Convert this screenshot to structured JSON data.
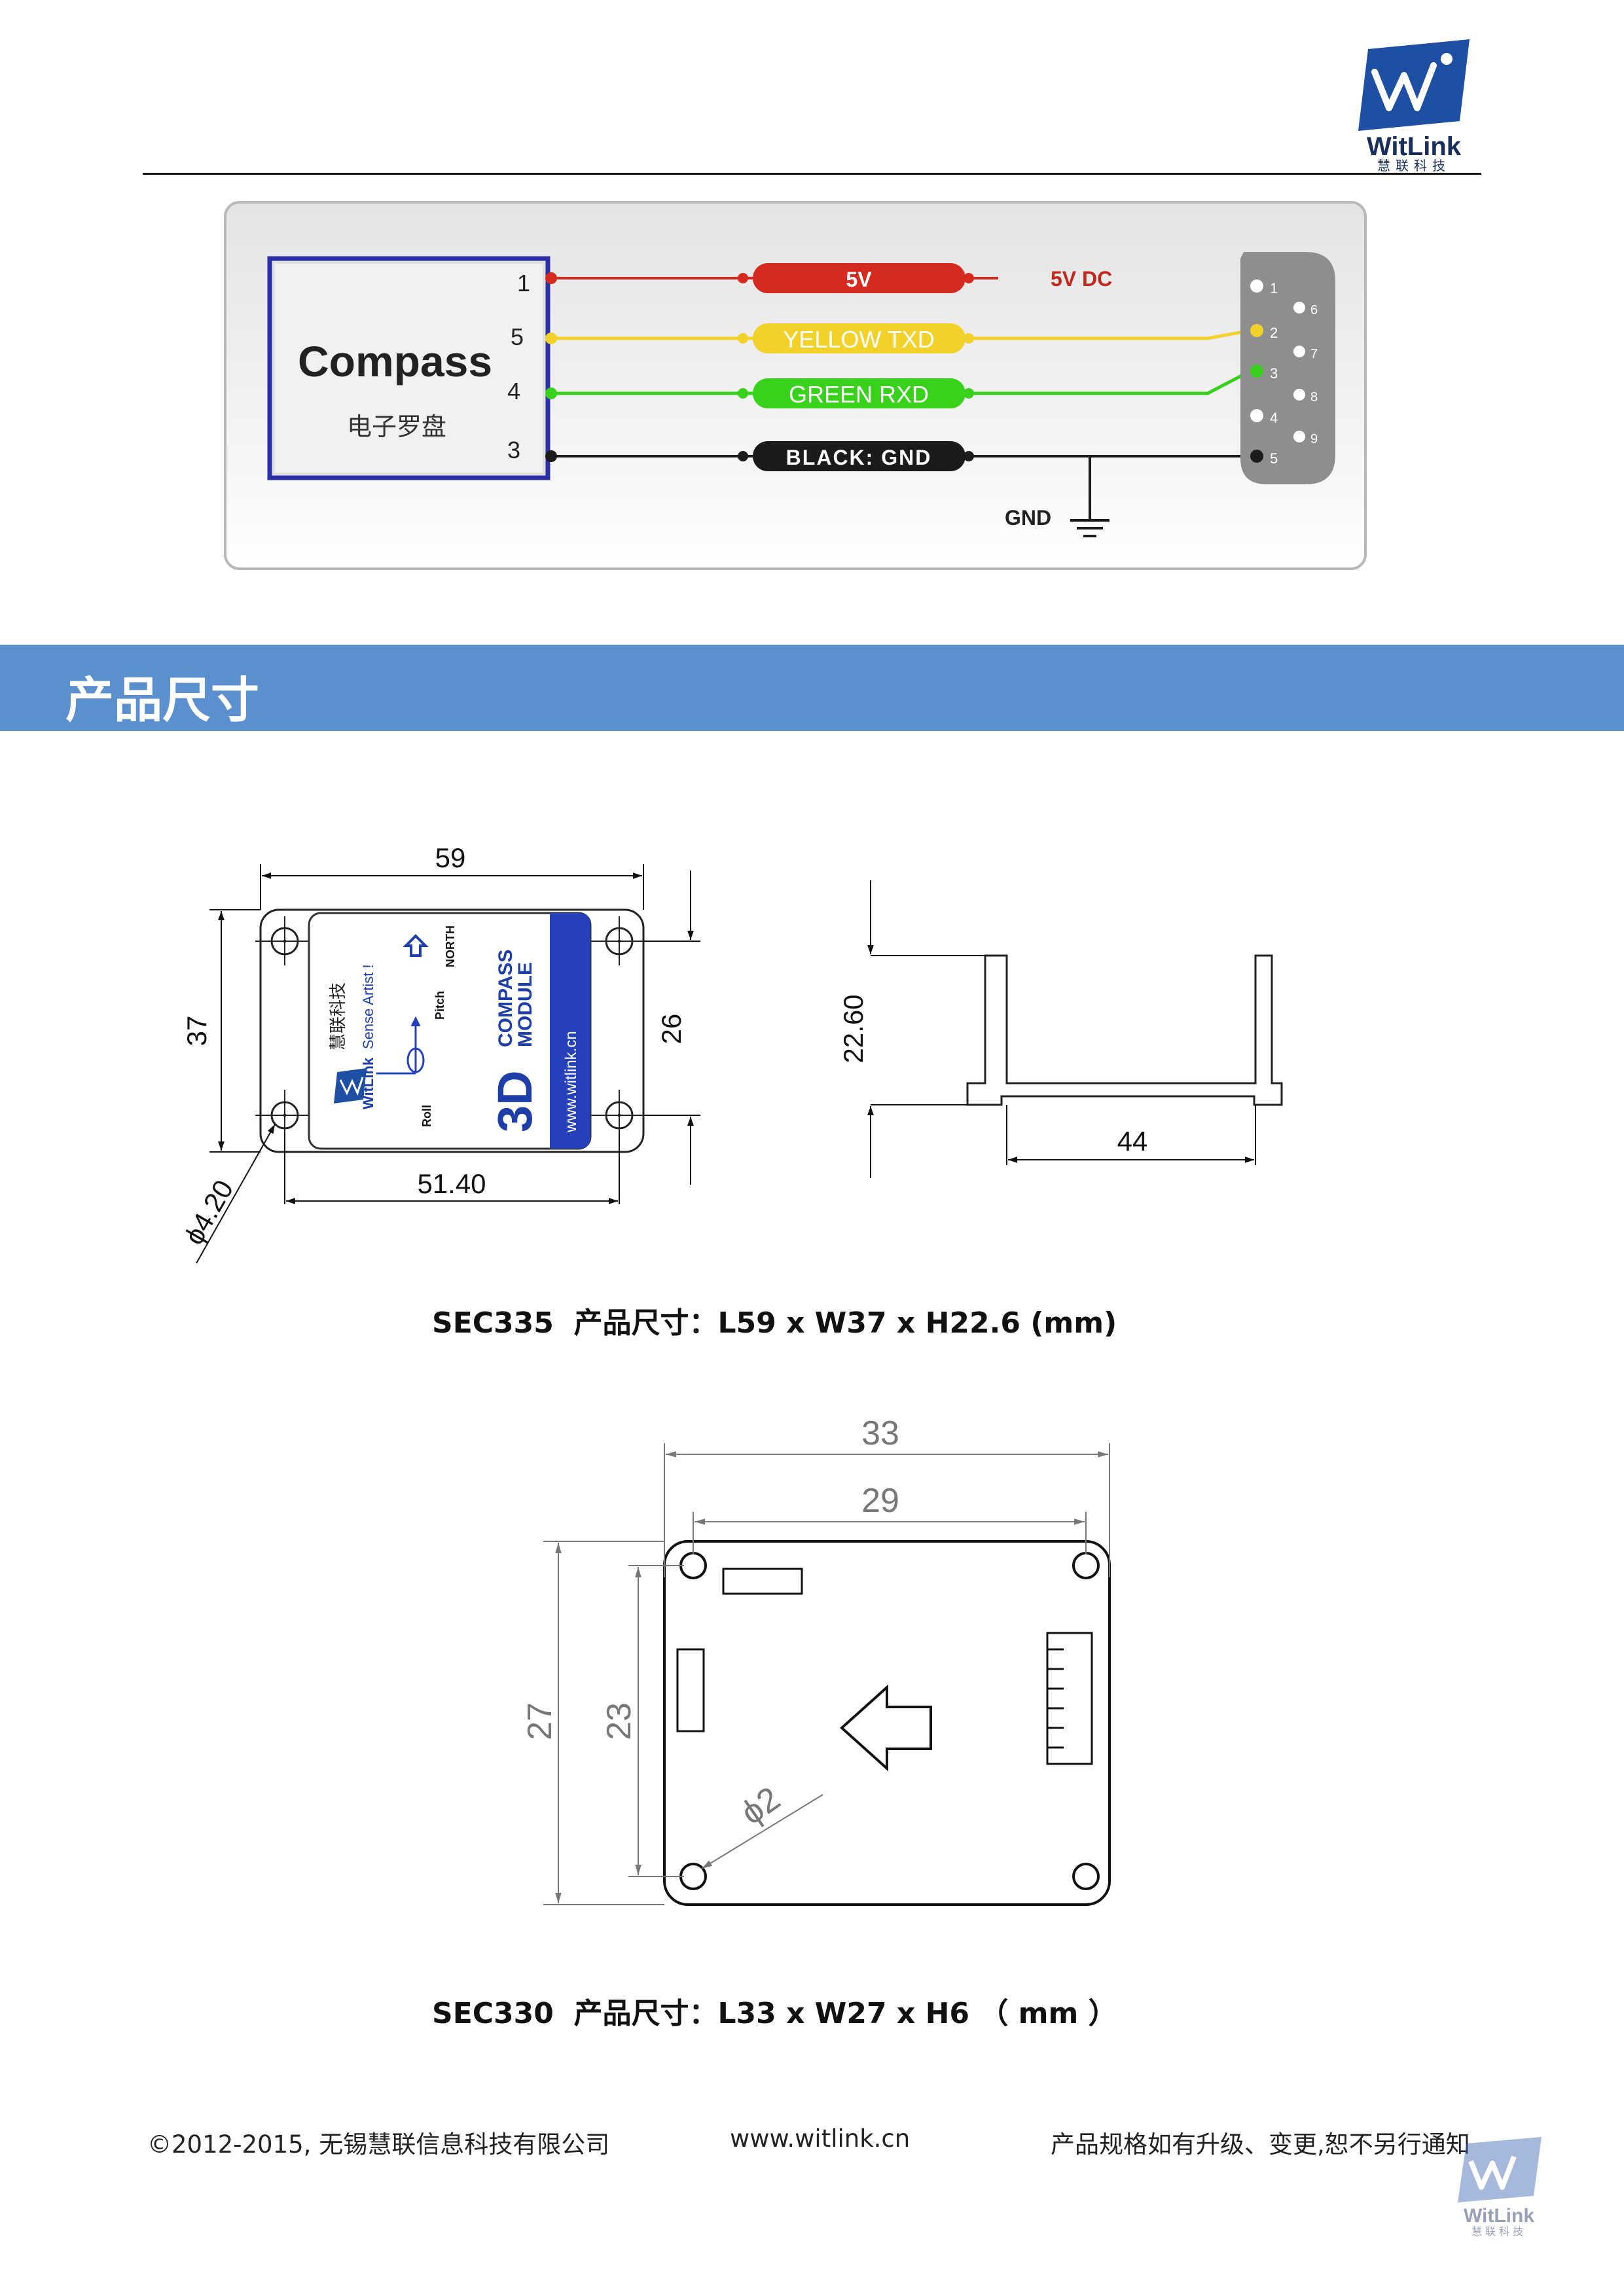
{
  "header": {
    "logo": {
      "icon": "witlink-logo-icon",
      "name": "WitLink",
      "sub": "慧联科技"
    }
  },
  "wiring": {
    "module_label": "Compass",
    "module_sub": "电子罗盘",
    "pins": [
      "1",
      "5",
      "4",
      "3"
    ],
    "wires": [
      {
        "label": "5V",
        "color": "#d42a1f",
        "text_color": "#ffffff"
      },
      {
        "label": "YELLOW TXD",
        "color": "#f2d22a",
        "text_color": "#ffffff"
      },
      {
        "label": "GREEN RXD",
        "color": "#39d11c",
        "text_color": "#ffffff"
      },
      {
        "label": "BLACK: GND",
        "color": "#1b1b1b",
        "text_color": "#ffffff"
      }
    ],
    "supply_label": "5V DC",
    "ground_label": "GND",
    "db9_pins": [
      "1",
      "2",
      "3",
      "4",
      "5",
      "6",
      "7",
      "8",
      "9"
    ]
  },
  "section": {
    "title": "产品尺寸",
    "color": "#5b8fce"
  },
  "sec335": {
    "dims": {
      "length": "59",
      "width": "37",
      "inner_width": "26",
      "hole_spacing": "51.40",
      "hole_dia": "ϕ4.20",
      "height": "22.60",
      "base": "44"
    },
    "label": {
      "brand_cn": "慧联科技",
      "brand": "WitLink",
      "slogan": "Sense Artist !",
      "north": "NORTH",
      "roll": "Roll",
      "pitch": "Pitch",
      "big": "3D",
      "module1": "COMPASS",
      "module2": "MODULE",
      "url": "www.witlink.cn"
    },
    "caption": "SEC335  产品尺寸：L59 x W37 x H22.6 (mm)"
  },
  "sec330": {
    "dims": {
      "outer_width": "33",
      "hole_spacing_w": "29",
      "outer_height": "27",
      "hole_spacing_h": "23",
      "hole_dia": "ϕ2"
    },
    "caption": "SEC330  产品尺寸：L33 x W27 x H6 （ mm ）"
  },
  "footer": {
    "copyright": "©2012-2015, 无锡慧联信息科技有限公司",
    "url": "www.witlink.cn",
    "note": "产品规格如有升级、变更,恕不另行通知",
    "logo_name": "WitLink",
    "logo_sub": "慧联科技"
  }
}
